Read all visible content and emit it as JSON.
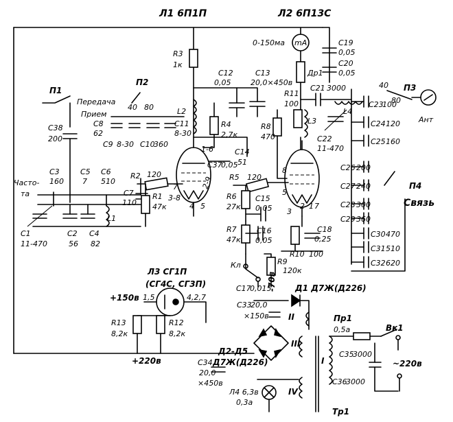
{
  "tubes": {
    "l1": "Л1 6П1П",
    "l2": "Л2 6П13С",
    "l3_line1": "Л3 СГ1П",
    "l3_line2": "(СГ4С, СГ3П)",
    "l4_line1": "Л4 6,3в",
    "l4_line2": "0,3а"
  },
  "meter": {
    "range": "0-150ма",
    "unit": "mA"
  },
  "switches": {
    "p1": "П1",
    "p2": "П2",
    "p3": "П3",
    "p4": "П4",
    "transmit": "Передача",
    "receive": "Прием",
    "antenna": "Ант",
    "link": "Связь",
    "key": "Кл",
    "power_switch": "Вк1",
    "fuse": "Пр1",
    "fuse_rating": "0,5а",
    "mains": "~220в",
    "transformer": "Тр1",
    "band_40a": "40",
    "band_80a": "80",
    "band_40b": "40",
    "band_80b": "80",
    "freq_line1": "Часто-",
    "freq_line2": "та"
  },
  "capacitors": [
    {
      "name": "C1",
      "value": "11-470"
    },
    {
      "name": "C2",
      "value": "56"
    },
    {
      "name": "C3",
      "value": "160"
    },
    {
      "name": "C4",
      "value": "82"
    },
    {
      "name": "C5",
      "value": "7"
    },
    {
      "name": "C6",
      "value": "510"
    },
    {
      "name": "C7",
      "value": "110"
    },
    {
      "name": "C8",
      "value": "62"
    },
    {
      "name": "C9",
      "value": "8-30"
    },
    {
      "name": "C10",
      "value": "360"
    },
    {
      "name": "C11",
      "value": "8-30"
    },
    {
      "name": "C12",
      "value": "0,05"
    },
    {
      "name": "C13",
      "value": "20,0×450в"
    },
    {
      "name": "C14",
      "value": "51"
    },
    {
      "name": "C15",
      "value": "0,05"
    },
    {
      "name": "C16",
      "value": "0,05"
    },
    {
      "name": "C17",
      "value": "0,015"
    },
    {
      "name": "C18",
      "value": "0,25"
    },
    {
      "name": "C19",
      "value": "0,05"
    },
    {
      "name": "C20",
      "value": "0,05"
    },
    {
      "name": "C21",
      "value": "3000"
    },
    {
      "name": "C22",
      "value": "11-470"
    },
    {
      "name": "C23",
      "value": "100"
    },
    {
      "name": "C24",
      "value": "120"
    },
    {
      "name": "C25",
      "value": "160"
    },
    {
      "name": "C26",
      "value": "200"
    },
    {
      "name": "C27",
      "value": "240"
    },
    {
      "name": "C28",
      "value": "300"
    },
    {
      "name": "C29",
      "value": "360"
    },
    {
      "name": "C30",
      "value": "470"
    },
    {
      "name": "C31",
      "value": "510"
    },
    {
      "name": "C32",
      "value": "620"
    },
    {
      "name": "C33",
      "value": "20,0",
      "rating": "×150в"
    },
    {
      "name": "C34",
      "value": "20,0",
      "rating": "×450в"
    },
    {
      "name": "C35",
      "value": "3000"
    },
    {
      "name": "C36",
      "value": "3000"
    },
    {
      "name": "C37",
      "value": "0,05"
    },
    {
      "name": "C38",
      "value": "200"
    }
  ],
  "resistors": [
    {
      "name": "R1",
      "value": "47к"
    },
    {
      "name": "R2",
      "value": "120"
    },
    {
      "name": "R3",
      "value": "1к"
    },
    {
      "name": "R4",
      "value": "2,7к"
    },
    {
      "name": "R5",
      "value": "120"
    },
    {
      "name": "R6",
      "value": "27к"
    },
    {
      "name": "R7",
      "value": "47к"
    },
    {
      "name": "R8",
      "value": "470"
    },
    {
      "name": "R9",
      "value": "120к"
    },
    {
      "name": "R10",
      "value": "100"
    },
    {
      "name": "R11",
      "value": "100"
    },
    {
      "name": "R12",
      "value": "8,2к"
    },
    {
      "name": "R13",
      "value": "8,2к"
    }
  ],
  "inductors": {
    "l1": "L1",
    "l2": "L2",
    "l3": "L3",
    "l4": "L4",
    "choke": "Др1"
  },
  "diodes": {
    "d1": "Д1 Д7Ж(Д226)",
    "bridge_name": "Д2-Д5",
    "bridge_type": "Д7Ж(Д226)"
  },
  "voltages": {
    "v150": "+150в",
    "v220": "+220в",
    "bias": "-70в"
  },
  "windings": {
    "w1": "I",
    "w2": "II",
    "w3": "III",
    "w4": "IV"
  },
  "pins": {
    "l1_pins": "1-6",
    "l1_p7": "7",
    "l1_p38": "3-8",
    "l1_p2": "2-9",
    "l1_p5": "5",
    "l1_p4": "4",
    "l2_p8": "8",
    "l2_p5": "5",
    "l2_p3": "3",
    "l2_p1": "1",
    "l2_p2": "2",
    "l2_p7": "7",
    "l3_p15": "1,5",
    "l3_p427": "4,2,7"
  }
}
